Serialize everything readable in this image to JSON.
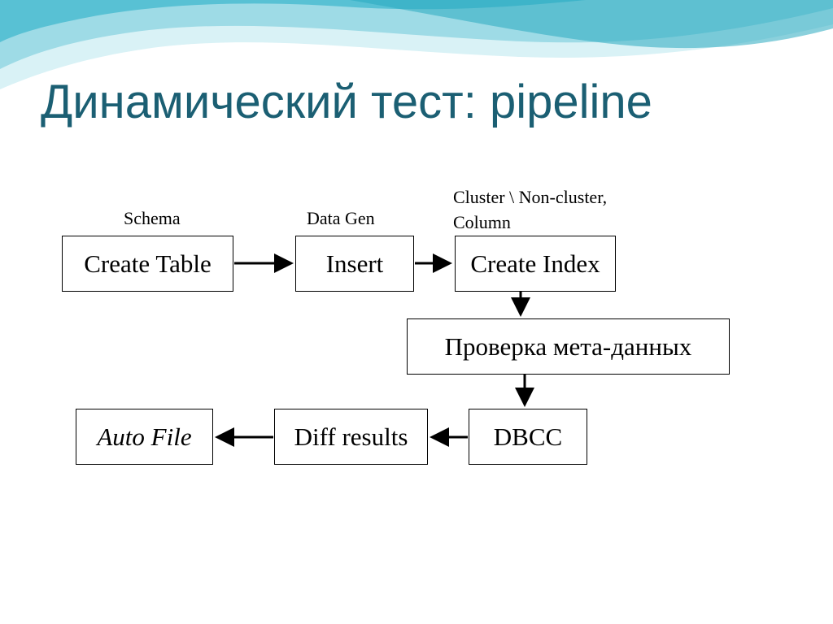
{
  "slide": {
    "title": "Динамический тест: pipeline"
  },
  "labels": {
    "schema": "Schema",
    "data_gen": "Data Gen",
    "cluster_line1": "Cluster \\ Non-cluster,",
    "cluster_line2": "Column"
  },
  "nodes": {
    "create_table": "Create Table",
    "insert": "Insert",
    "create_index": "Create Index",
    "metadata_check": "Проверка мета-данных",
    "dbcc": "DBCC",
    "diff_results": "Diff results",
    "auto_file": "Auto File"
  },
  "colors": {
    "title": "#1b5f73",
    "wave_light": "#cfeef3",
    "wave_mid": "#7fd0dd",
    "wave_dark": "#2aa9c0"
  }
}
